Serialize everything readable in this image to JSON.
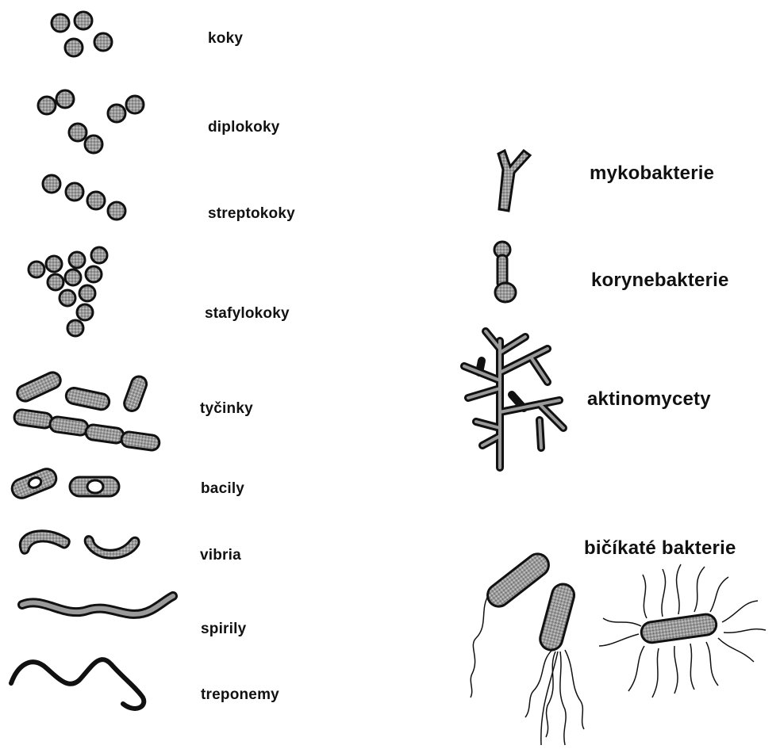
{
  "figure": {
    "left_column": [
      {
        "id": "koky",
        "label": "koky",
        "icon": "cocci-icon"
      },
      {
        "id": "diplokoky",
        "label": "diplokoky",
        "icon": "diplococci-icon"
      },
      {
        "id": "streptokoky",
        "label": "streptokoky",
        "icon": "streptococci-icon"
      },
      {
        "id": "stafylokoky",
        "label": "stafylokoky",
        "icon": "staphylococci-icon"
      },
      {
        "id": "tycinky",
        "label": "tyčinky",
        "icon": "rods-icon"
      },
      {
        "id": "bacily",
        "label": "bacily",
        "icon": "bacilli-icon"
      },
      {
        "id": "vibria",
        "label": "vibria",
        "icon": "vibrio-icon"
      },
      {
        "id": "spirily",
        "label": "spirily",
        "icon": "spirillum-icon"
      },
      {
        "id": "treponemy",
        "label": "treponemy",
        "icon": "treponema-icon"
      }
    ],
    "right_column": [
      {
        "id": "mykobakterie",
        "label": "mykobakterie",
        "icon": "mycobacteria-icon"
      },
      {
        "id": "korynebakterie",
        "label": "korynebakterie",
        "icon": "corynebacteria-icon"
      },
      {
        "id": "aktinomycety",
        "label": "aktinomycety",
        "icon": "actinomycetes-icon"
      },
      {
        "id": "bicikate",
        "label": "bičíkaté bakterie",
        "icon": "flagellated-bacteria-icon"
      }
    ],
    "colors": {
      "ink": "#111111",
      "fill": "#8a8a8a",
      "paper": "#ffffff"
    }
  }
}
